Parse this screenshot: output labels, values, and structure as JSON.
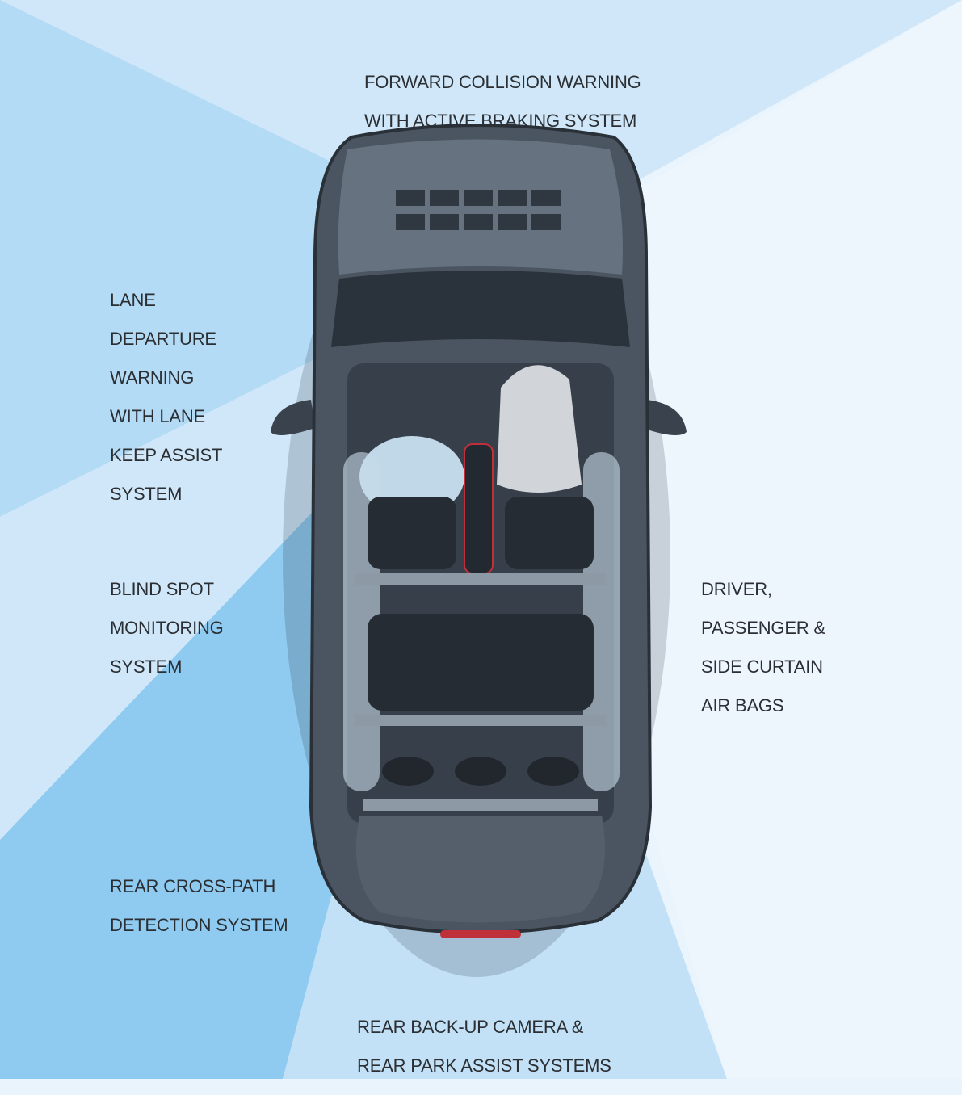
{
  "labels": {
    "forward_collision": [
      "FORWARD COLLISION WARNING",
      "WITH ACTIVE BRAKING SYSTEM"
    ],
    "lane_departure": [
      "LANE",
      "DEPARTURE",
      "WARNING",
      "WITH LANE",
      "KEEP ASSIST",
      "SYSTEM"
    ],
    "blind_spot": [
      "BLIND SPOT",
      "MONITORING",
      "SYSTEM"
    ],
    "air_bags": [
      "DRIVER,",
      "PASSENGER &",
      "SIDE CURTAIN",
      "AIR BAGS"
    ],
    "rear_cross_path": [
      "REAR CROSS-PATH",
      "DETECTION SYSTEM"
    ],
    "rear_camera": [
      "REAR BACK-UP CAMERA &",
      "REAR PARK ASSIST SYSTEMS"
    ]
  },
  "colors": {
    "background": "#eaf4fc",
    "zone_light": "#cfe7f8",
    "zone_mid": "#b4dbf5",
    "zone_strong": "#8fcaf0",
    "text": "#2b2f33",
    "car_body": "#4a5561"
  }
}
